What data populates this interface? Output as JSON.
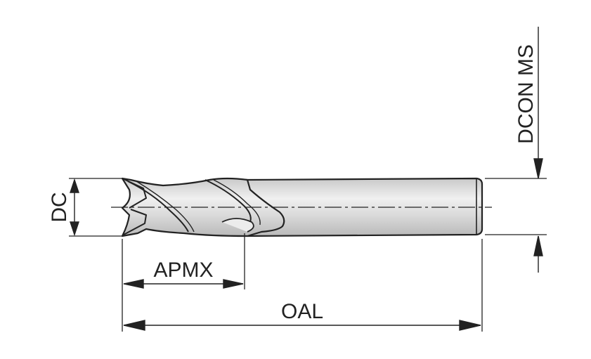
{
  "diagram": {
    "labels": {
      "dc": "DC",
      "apmx": "APMX",
      "oal": "OAL",
      "dcon_ms": "DCON MS"
    },
    "colors": {
      "line": "#222222",
      "tool_fill": "#d6d6d6",
      "tool_highlight": "#efefef",
      "background": "#ffffff"
    }
  }
}
